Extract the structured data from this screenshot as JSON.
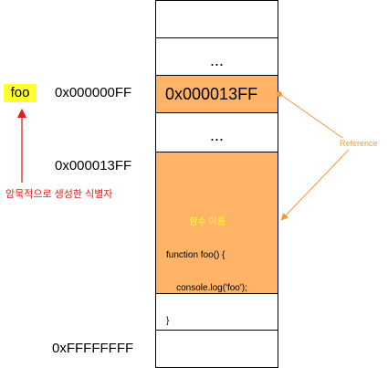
{
  "memory": {
    "dots": "...",
    "cell_value": "0x000013FF"
  },
  "addresses": {
    "first": "0x000000FF",
    "second": "0x000013FF",
    "last": "0xFFFFFFFF"
  },
  "identifier": {
    "name": "foo",
    "caption": "암묵적으로 생성한 식별자"
  },
  "function_object": {
    "title": "함수 이름",
    "code_lines": [
      "function foo() {",
      "    console.log('foo');",
      "}"
    ]
  },
  "reference": {
    "label": "Reference"
  },
  "colors": {
    "cell_fill": "#FFB366",
    "identifier_fill": "#FFFF33",
    "caption_color": "#E02020",
    "reference_color": "#F29A3A"
  }
}
